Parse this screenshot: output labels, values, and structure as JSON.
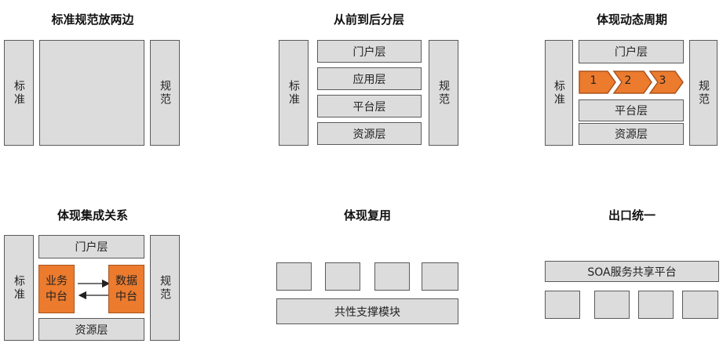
{
  "panels": {
    "p1": {
      "title": "标准规范放两边",
      "left": "标准",
      "right": "规范"
    },
    "p2": {
      "title": "从前到后分层",
      "left": "标准",
      "right": "规范",
      "layers": [
        "门户层",
        "应用层",
        "平台层",
        "资源层"
      ]
    },
    "p3": {
      "title": "体现动态周期",
      "left": "标准",
      "right": "规范",
      "top": "门户层",
      "steps": [
        "1",
        "2",
        "3"
      ],
      "layers": [
        "平台层",
        "资源层"
      ]
    },
    "p4": {
      "title": "体现集成关系",
      "left": "标准",
      "right": "规范",
      "top": "门户层",
      "bottom": "资源层",
      "left_block": "业务中台",
      "right_block": "数据中台"
    },
    "p5": {
      "title": "体现复用",
      "base": "共性支撑模块",
      "module_count": 4
    },
    "p6": {
      "title": "出口统一",
      "top": "SOA服务共享平台",
      "module_count": 4
    }
  },
  "colors": {
    "gray_fill": "#dcdcdc",
    "border": "#5a5a5a",
    "accent": "#ec7b2e"
  }
}
